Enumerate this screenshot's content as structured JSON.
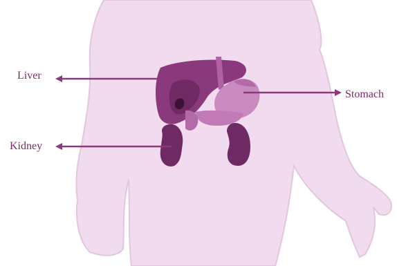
{
  "labels": {
    "liver": "Liver",
    "stomach": "Stomach",
    "kidney": "Kidney"
  },
  "colors": {
    "body_fill": "#f0dcee",
    "body_outline": "#e2c6de",
    "organ_dark": "#8a3a7c",
    "organ_mid": "#a9539b",
    "organ_light": "#c98ac0",
    "arrow": "#8a3a7c",
    "text": "#7b2c68"
  }
}
